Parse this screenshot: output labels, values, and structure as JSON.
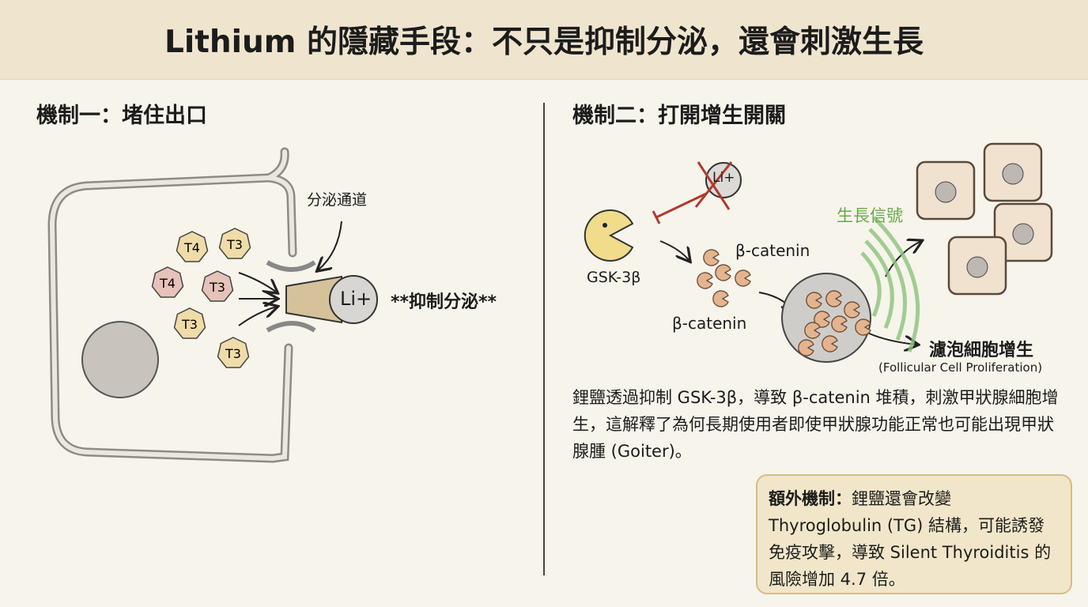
{
  "title": "Lithium 的隱藏手段：不只是抑制分泌，還會刺激生長",
  "left": {
    "heading": "機制一：堵住出口",
    "channel_label": "分泌通道",
    "block_label": "**抑制分泌**",
    "lithium_label": "Li+",
    "hormones": [
      "T4",
      "T3",
      "T4",
      "T3",
      "T3",
      "T3"
    ]
  },
  "right": {
    "heading": "機制二：打開增生開關",
    "gsk_label": "GSK-3β",
    "lithium_label": "Li+",
    "catenin_label_1": "β-catenin",
    "catenin_label_2": "β-catenin",
    "signal_label": "生長信號",
    "result_label": "濾泡細胞增生",
    "result_sublabel": "(Follicular Cell Proliferation)",
    "paragraph": "鋰鹽透過抑制 GSK-3β，導致 β-catenin 堆積，刺激甲狀腺細胞增生，這解釋了為何長期使用者即使甲狀腺功能正常也可能出現甲狀腺腫 (Goiter)。",
    "note_title": "額外機制：",
    "note_body": "鋰鹽還會改變 Thyroglobulin (TG) 結構，可能誘發免疫攻擊，導致 Silent Thyroiditis 的風險增加 4.7 倍。"
  },
  "colors": {
    "header": "#efe5cf",
    "signal": "#6aa84f",
    "inhibit": "#b03a2e",
    "hormone": "#efdca8",
    "hormone_pink": "#e6c2b8"
  }
}
